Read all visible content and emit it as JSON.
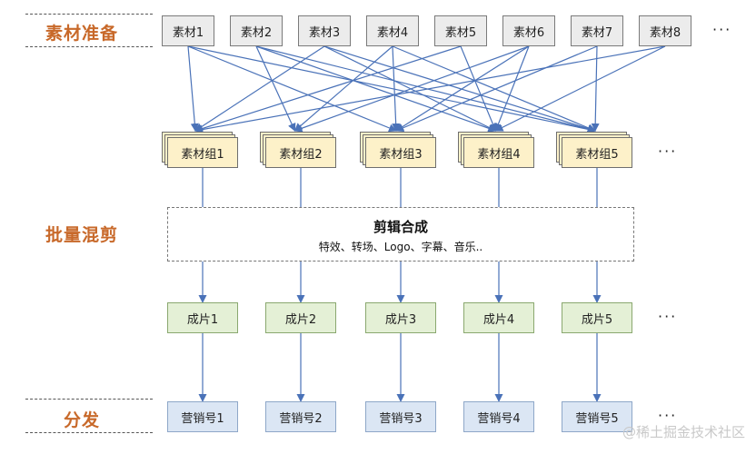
{
  "stages": {
    "prep": "素材准备",
    "mix": "批量混剪",
    "distribute": "分发"
  },
  "materials": [
    "素材1",
    "素材2",
    "素材3",
    "素材4",
    "素材5",
    "素材6",
    "素材7",
    "素材8"
  ],
  "groups": [
    "素材组1",
    "素材组2",
    "素材组3",
    "素材组4",
    "素材组5"
  ],
  "products": [
    "成片1",
    "成片2",
    "成片3",
    "成片4",
    "成片5"
  ],
  "accounts": [
    "营销号1",
    "营销号2",
    "营销号3",
    "营销号4",
    "营销号5"
  ],
  "edit": {
    "title": "剪辑合成",
    "subtitle": "特效、转场、Logo、字幕、音乐.."
  },
  "ellipsis": "···",
  "watermark": "@稀土掘金技术社区",
  "connections": [
    [
      0,
      0
    ],
    [
      0,
      2
    ],
    [
      0,
      4
    ],
    [
      1,
      1
    ],
    [
      1,
      3
    ],
    [
      1,
      4
    ],
    [
      2,
      0
    ],
    [
      2,
      3
    ],
    [
      2,
      4
    ],
    [
      3,
      1
    ],
    [
      3,
      2
    ],
    [
      3,
      4
    ],
    [
      4,
      0
    ],
    [
      4,
      3
    ],
    [
      5,
      1
    ],
    [
      5,
      2
    ],
    [
      5,
      3
    ],
    [
      6,
      2
    ],
    [
      6,
      4
    ],
    [
      7,
      0
    ],
    [
      7,
      3
    ]
  ],
  "colors": {
    "stage_label": "#c8692a",
    "arrow": "#4a72b8",
    "material_fill": "#ececec",
    "group_fill": "#fdf1c9",
    "product_fill": "#e4f0d6",
    "account_fill": "#dbe6f4"
  }
}
